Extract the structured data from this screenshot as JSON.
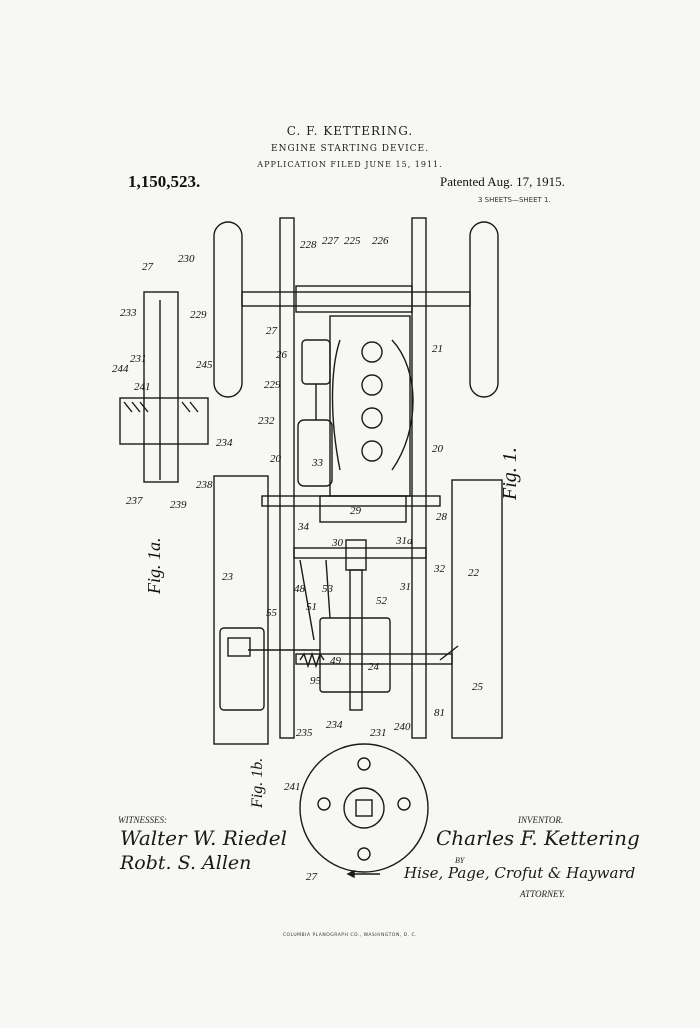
{
  "header": {
    "inventor": "C. F. KETTERING.",
    "title": "ENGINE STARTING DEVICE.",
    "application": "APPLICATION FILED JUNE 15, 1911.",
    "patent_number": "1,150,523.",
    "patented": "Patented Aug. 17, 1915.",
    "sheets": "3 SHEETS—SHEET 1."
  },
  "figures": {
    "fig1": "Fig. 1.",
    "fig1a": "Fig. 1a.",
    "fig1b": "Fig. 1b."
  },
  "callouts": {
    "main": [
      "228",
      "227",
      "225",
      "226",
      "27",
      "26",
      "21",
      "229",
      "232",
      "20",
      "33",
      "20",
      "29",
      "28",
      "30",
      "31a",
      "34",
      "32",
      "22",
      "23",
      "48",
      "51",
      "53",
      "31",
      "52",
      "55",
      "24",
      "49",
      "25",
      "95",
      "81"
    ],
    "fig1a": [
      "27",
      "230",
      "233",
      "229",
      "231",
      "244",
      "241",
      "245",
      "234",
      "237",
      "239",
      "238"
    ],
    "fig1b": [
      "235",
      "234",
      "231",
      "240",
      "241",
      "27"
    ]
  },
  "signatures": {
    "witnesses_label": "WITNESSES:",
    "witness_1": "Walter W. Riedel",
    "witness_2": "Robt. S. Allen",
    "inventor_label": "INVENTOR.",
    "inventor_signature": "Charles F. Kettering",
    "by": "BY",
    "attorney_signature": "Hise, Page, Crofut & Hayward",
    "attorney_label": "ATTORNEY."
  },
  "footer": "COLUMBIA PLANOGRAPH CO., WASHINGTON, D. C."
}
